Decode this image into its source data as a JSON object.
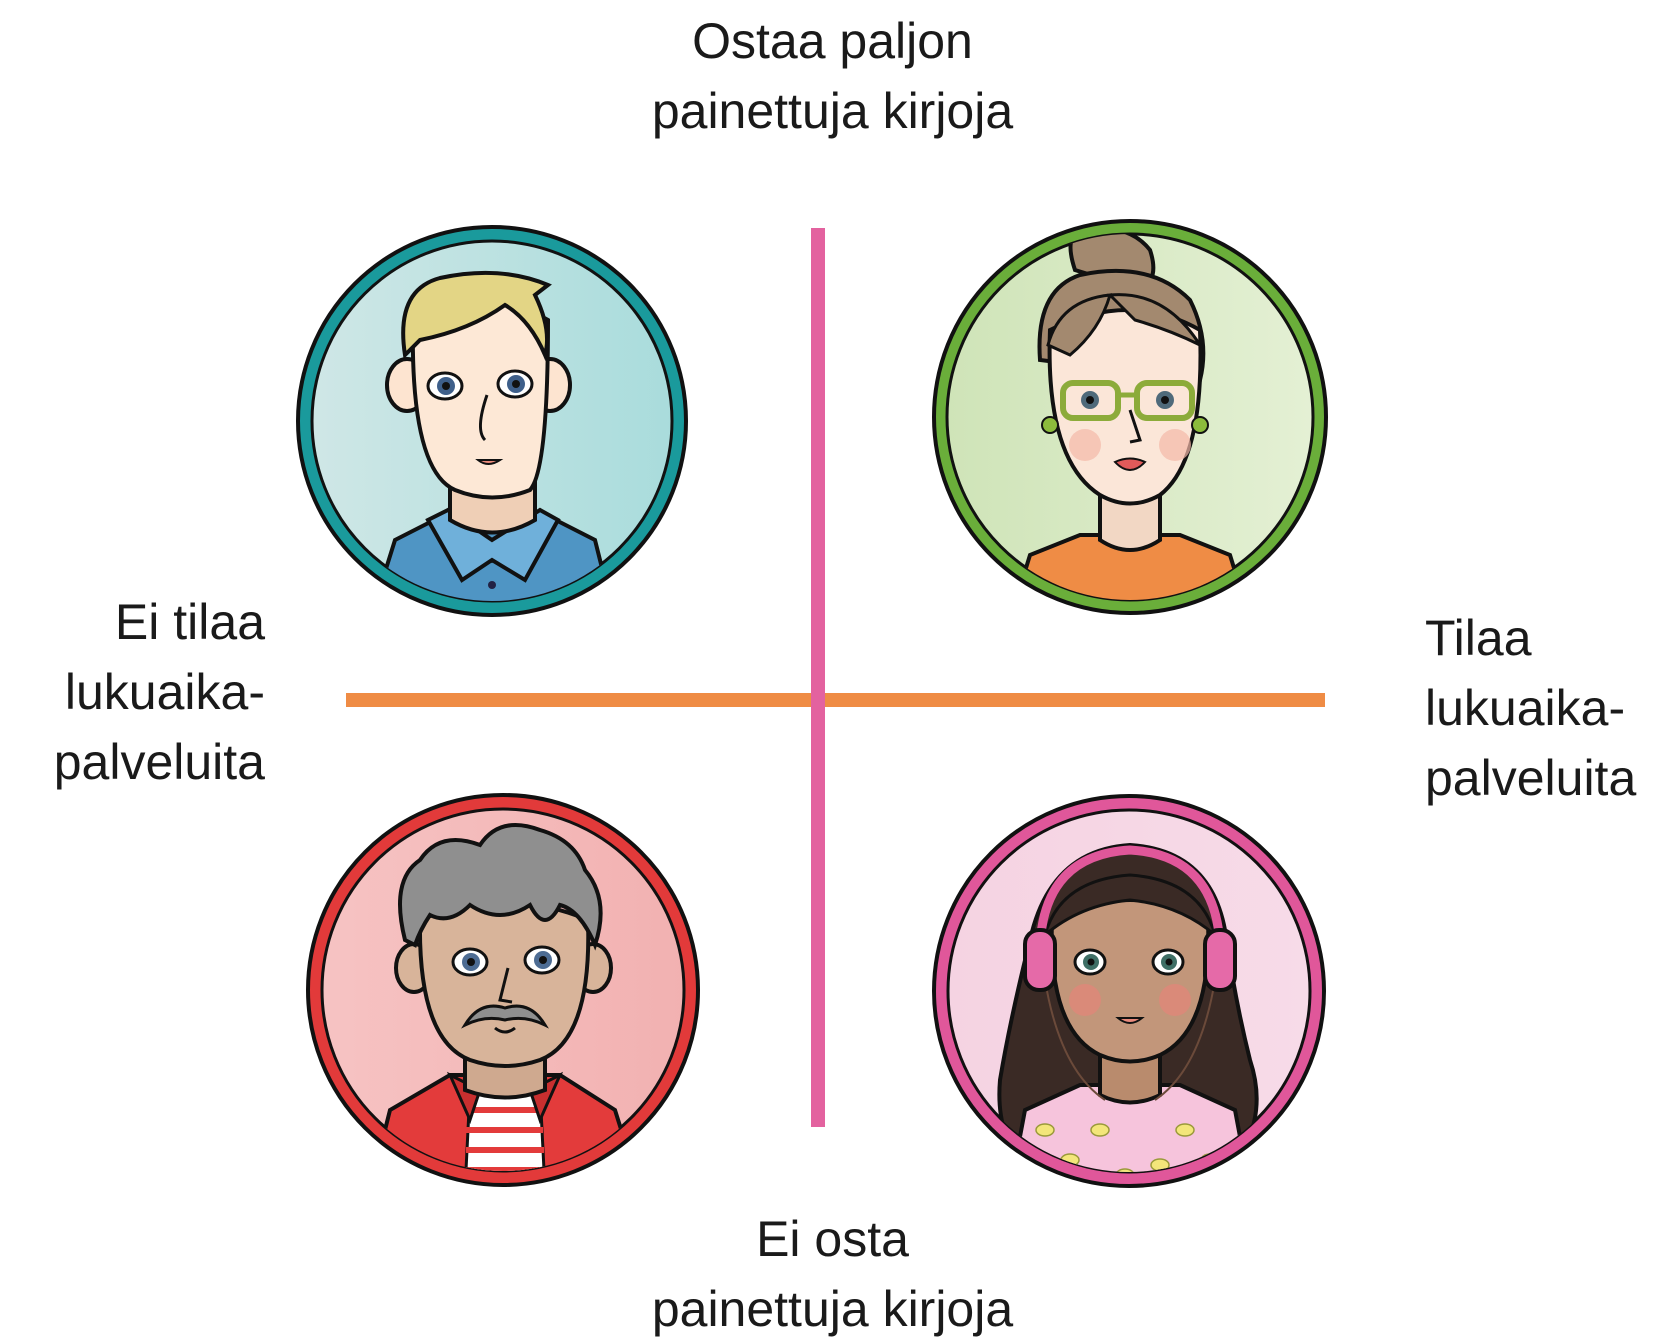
{
  "axes": {
    "top": [
      "Ostaa paljon",
      "painettuja kirjoja"
    ],
    "bottom": [
      "Ei osta",
      "painettuja kirjoja"
    ],
    "left": [
      "Ei tilaa",
      "lukuaika-",
      "palveluita"
    ],
    "right": [
      "Tilaa",
      "lukuaika-",
      "palveluita"
    ]
  },
  "colors": {
    "vertical_axis": "#e3629f",
    "horizontal_axis": "#ef8c45",
    "top_left_ring": "#1a9a9c",
    "top_right_ring": "#6aae3a",
    "bottom_left_ring": "#e23a3a",
    "bottom_right_ring": "#e0579a"
  },
  "personas": [
    {
      "quadrant": "top-left",
      "icon": "blond-man-avatar-icon"
    },
    {
      "quadrant": "top-right",
      "icon": "woman-with-glasses-avatar-icon"
    },
    {
      "quadrant": "bottom-left",
      "icon": "grey-haired-man-avatar-icon"
    },
    {
      "quadrant": "bottom-right",
      "icon": "girl-with-headphones-avatar-icon"
    }
  ]
}
